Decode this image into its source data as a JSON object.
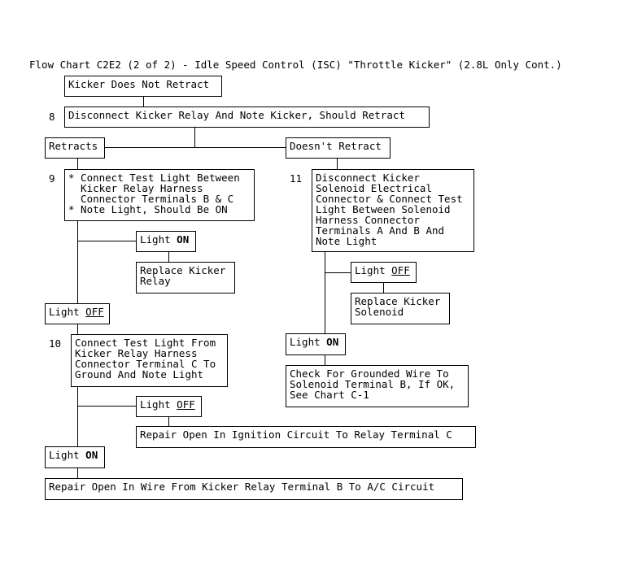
{
  "title": "Flow Chart C2E2 (2 of 2) - Idle Speed Control (ISC) \"Throttle Kicker\" (2.8L Only Cont.)",
  "steps": {
    "s8": "8",
    "s9": "9",
    "s10": "10",
    "s11": "11"
  },
  "boxes": {
    "start": "Kicker Does Not Retract",
    "step8": "Disconnect Kicker Relay And Note Kicker, Should Retract",
    "retracts": "Retracts",
    "doesnt_retract": "Doesn't Retract",
    "step9": "* Connect Test Light Between\n  Kicker Relay Harness\n  Connector Terminals B & C\n* Note Light, Should Be ON",
    "step11": "Disconnect Kicker\nSolenoid Electrical\nConnector & Connect Test\nLight Between Solenoid\nHarness Connector\nTerminals A And B And\nNote Light",
    "replace_relay": "Replace Kicker\nRelay",
    "replace_solenoid": "Replace Kicker\nSolenoid",
    "step10": "Connect Test Light From\nKicker Relay Harness\nConnector Terminal C To\nGround And Note Light",
    "check_ground": "Check For Grounded Wire To\nSolenoid Terminal B, If OK,\nSee Chart C-1",
    "repair_ignition": "Repair Open In Ignition Circuit To Relay Terminal C",
    "repair_wire": "Repair Open In Wire From Kicker Relay Terminal B To A/C Circuit"
  },
  "light_prefix": "Light",
  "states": {
    "on": "ON",
    "off": "OFF"
  }
}
